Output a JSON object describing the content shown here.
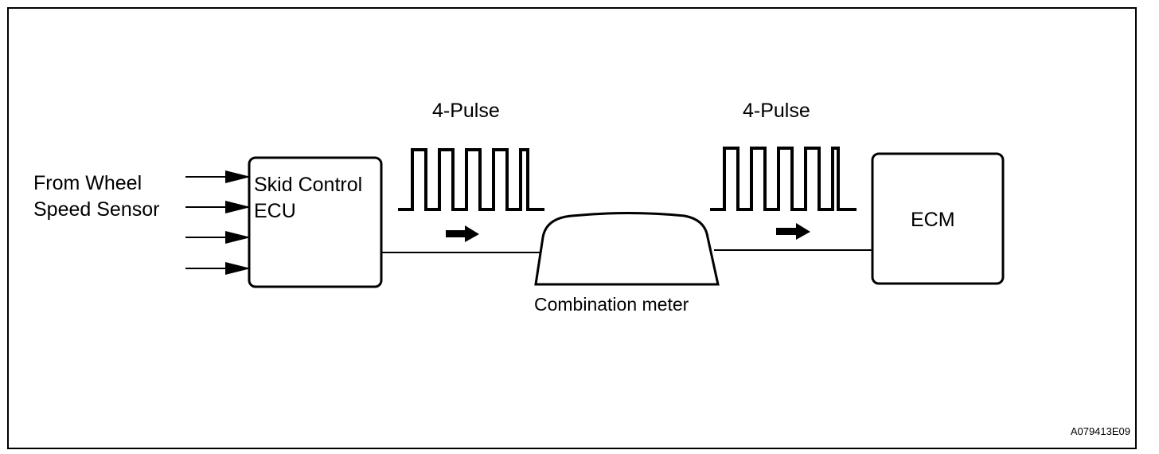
{
  "input_label": {
    "line1": "From Wheel",
    "line2": "Speed Sensor"
  },
  "skid_ecu": {
    "line1": "Skid Control",
    "line2": "ECU"
  },
  "pulse_left": "4-Pulse",
  "pulse_right": "4-Pulse",
  "combination_meter": "Combination meter",
  "ecm": "ECM",
  "figure_id": "A079413E09"
}
